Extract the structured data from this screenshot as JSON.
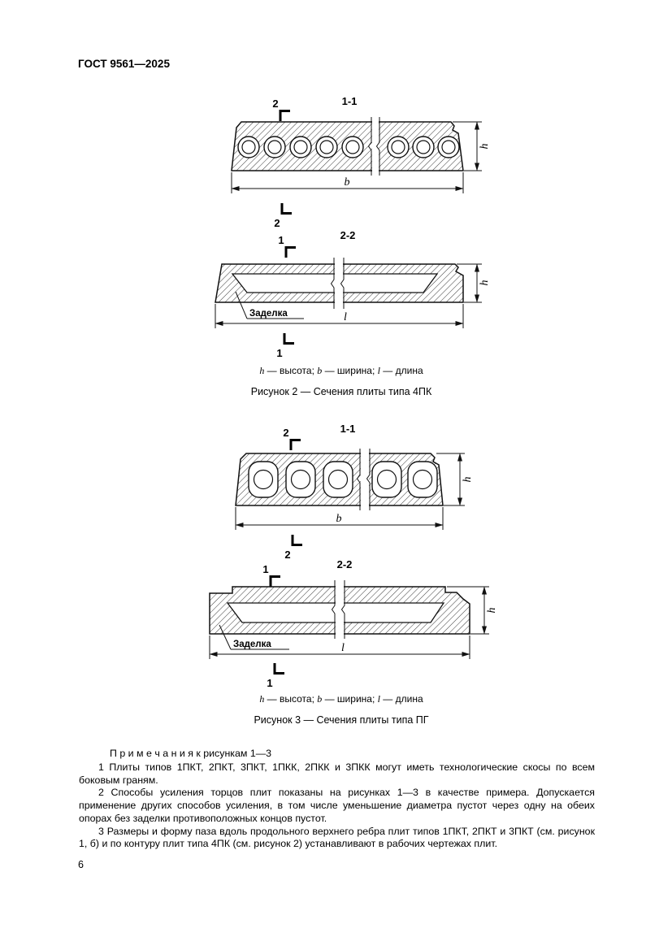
{
  "header": {
    "standard": "ГОСТ 9561—2025"
  },
  "figure2": {
    "cross_section": {
      "title": "1-1",
      "cut_mark_top": "2",
      "cut_mark_bottom": "2",
      "dim_width": "b",
      "dim_height": "h"
    },
    "long_section": {
      "title": "2-2",
      "cut_mark_top": "1",
      "cut_mark_bottom": "1",
      "dim_length": "l",
      "dim_height": "h",
      "callout": "Заделка"
    },
    "legend": {
      "h": "h",
      "h_desc": " — высота; ",
      "b": "b",
      "b_desc": " — ширина; ",
      "l": "l",
      "l_desc": " — длина"
    },
    "caption": "Рисунок 2 — Сечения плиты типа 4ПК"
  },
  "figure3": {
    "cross_section": {
      "title": "1-1",
      "cut_mark_top": "2",
      "cut_mark_bottom": "2",
      "dim_width": "b",
      "dim_height": "h"
    },
    "long_section": {
      "title": "2-2",
      "cut_mark_top": "1",
      "cut_mark_bottom": "1",
      "dim_length": "l",
      "dim_height": "h",
      "callout": "Заделка"
    },
    "legend": {
      "h": "h",
      "h_desc": " — высота; ",
      "b": "b",
      "b_desc": " — ширина; ",
      "l": "l",
      "l_desc": " — длина"
    },
    "caption": "Рисунок 3 — Сечения плиты типа ПГ"
  },
  "notes": {
    "heading": "П р и м е ч а н и я  к рисункам 1—3",
    "items": [
      "1 Плиты типов 1ПКТ, 2ПКТ, 3ПКТ, 1ПКК, 2ПКК и 3ПКК могут иметь технологические скосы по всем боковым граням.",
      "2 Способы усиления торцов плит показаны на рисунках 1—3 в качестве примера. Допускается применение других способов усиления, в том числе уменьшение диаметра пустот через одну на обеих опорах без заделки противоположных концов пустот.",
      "3 Размеры и форму паза вдоль продольного верхнего ребра плит типов 1ПКТ, 2ПКТ и 3ПКТ (см. рисунок 1, б) и по контуру плит типа 4ПК (см. рисунок 2) устанавливают в рабочих чертежах плит."
    ]
  },
  "footer": {
    "page_number": "6"
  }
}
